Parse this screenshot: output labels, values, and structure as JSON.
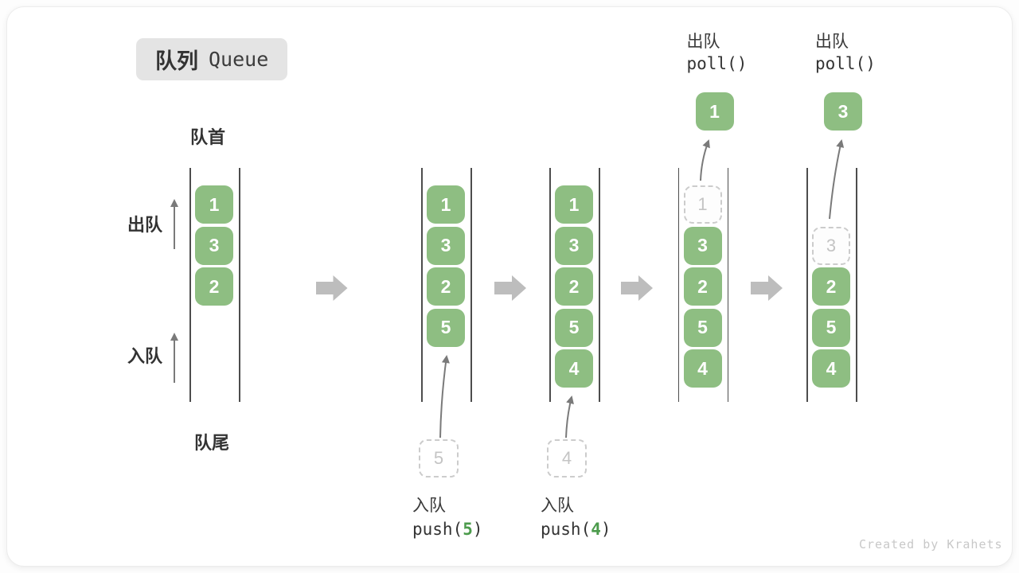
{
  "title": {
    "zh": "队列",
    "en": "Queue"
  },
  "labels": {
    "front": "队首",
    "rear": "队尾",
    "dequeue": "出队",
    "enqueue": "入队"
  },
  "watermark": "Created by Krahets",
  "colors": {
    "box_green": "#8EBE82",
    "code_arg_green": "#4C9B4C",
    "column_line": "#4d4d4d",
    "thin_arrow": "#7a7a7a",
    "block_arrow": "#bdbdbd",
    "dashed_border": "#cccccc",
    "dashed_text": "#c4c4c4",
    "text_dark": "#333333",
    "badge_bg": "#e4e4e4",
    "watermark_gray": "#c8c8c8"
  },
  "stages": [
    {
      "name": "initial",
      "slots": [
        {
          "v": "1",
          "style": "solid"
        },
        {
          "v": "3",
          "style": "solid"
        },
        {
          "v": "2",
          "style": "solid"
        }
      ]
    },
    {
      "name": "push-5",
      "slots": [
        {
          "v": "1",
          "style": "solid"
        },
        {
          "v": "3",
          "style": "solid"
        },
        {
          "v": "2",
          "style": "solid"
        },
        {
          "v": "5",
          "style": "solid"
        }
      ],
      "pending": "5",
      "bottom_op": {
        "label": "入队",
        "code_pre": "push(",
        "arg": "5",
        "code_post": ")"
      }
    },
    {
      "name": "push-4",
      "slots": [
        {
          "v": "1",
          "style": "solid"
        },
        {
          "v": "3",
          "style": "solid"
        },
        {
          "v": "2",
          "style": "solid"
        },
        {
          "v": "5",
          "style": "solid"
        },
        {
          "v": "4",
          "style": "solid"
        }
      ],
      "pending": "4",
      "bottom_op": {
        "label": "入队",
        "code_pre": "push(",
        "arg": "4",
        "code_post": ")"
      }
    },
    {
      "name": "poll-1",
      "slots": [
        {
          "v": "1",
          "style": "dashed"
        },
        {
          "v": "3",
          "style": "solid"
        },
        {
          "v": "2",
          "style": "solid"
        },
        {
          "v": "5",
          "style": "solid"
        },
        {
          "v": "4",
          "style": "solid"
        }
      ],
      "popped": "1",
      "top_op": {
        "label": "出队",
        "code": "poll()"
      }
    },
    {
      "name": "poll-3",
      "slots": [
        {
          "style": "empty"
        },
        {
          "v": "3",
          "style": "dashed"
        },
        {
          "v": "2",
          "style": "solid"
        },
        {
          "v": "5",
          "style": "solid"
        },
        {
          "v": "4",
          "style": "solid"
        }
      ],
      "popped": "3",
      "top_op": {
        "label": "出队",
        "code": "poll()"
      }
    }
  ]
}
